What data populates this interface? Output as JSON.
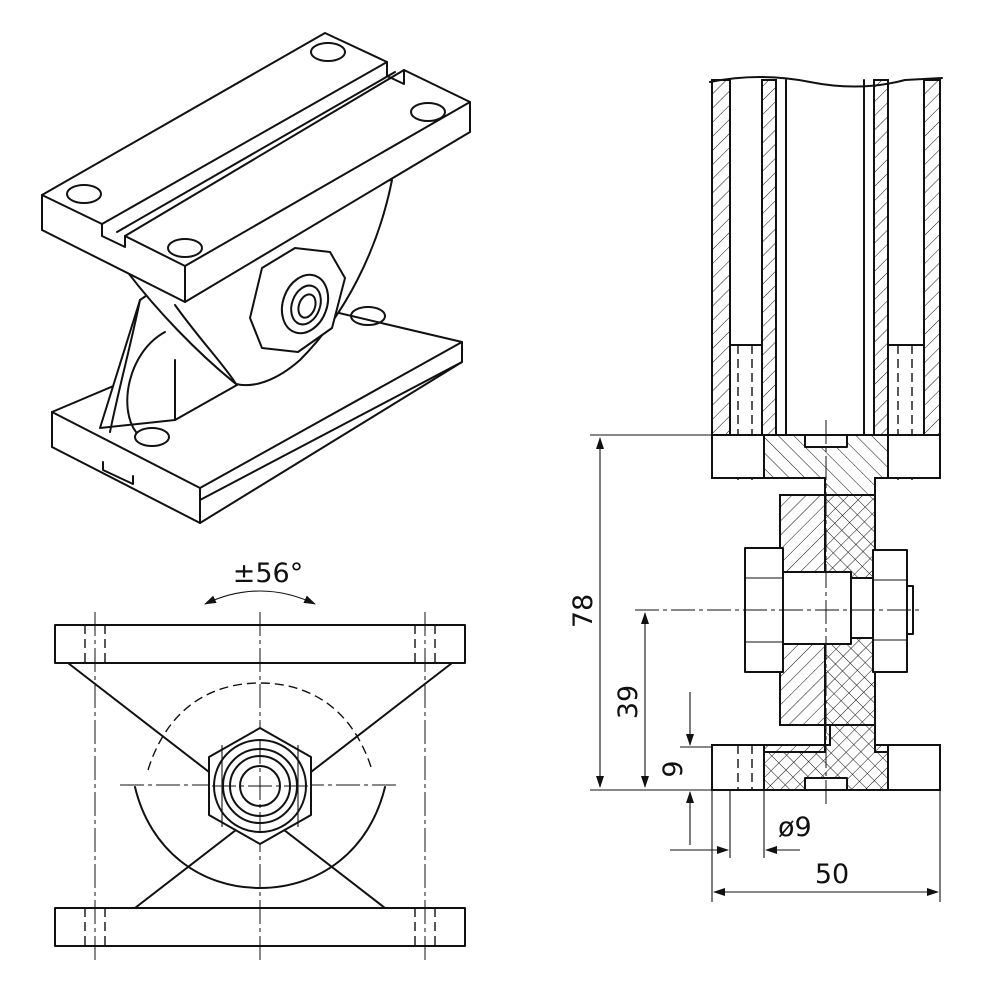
{
  "drawing": {
    "angle_label": "±56°",
    "dim_total_height": "78",
    "dim_pivot_height": "39",
    "dim_flange_thickness": "9",
    "dim_hole_diameter": "ø9",
    "dim_width": "50"
  }
}
